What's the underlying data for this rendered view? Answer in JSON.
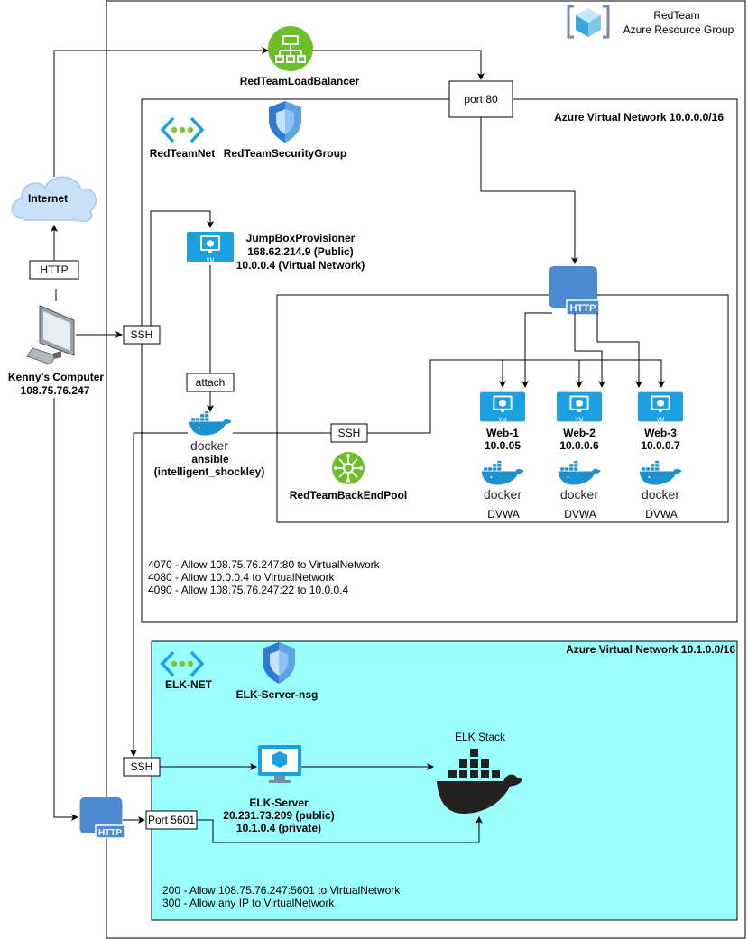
{
  "resource_group": {
    "line1": "RedTeam",
    "line2": "Azure Resource Group"
  },
  "load_balancer": {
    "label": "RedTeamLoadBalancer"
  },
  "port80": {
    "label": "port 80"
  },
  "vnet1": {
    "title": "Azure Virtual Network 10.0.0.0/16",
    "net_label": "RedTeamNet",
    "nsg_label": "RedTeamSecurityGroup",
    "rules": [
      "4070 - Allow 108.75.76.247:80 to VirtualNetwork",
      "4080 - Allow 10.0.0.4 to VirtualNetwork",
      "4090 - Allow 108.75.76.247:22 to 10.0.0.4"
    ]
  },
  "internet": {
    "label": "Internet"
  },
  "http_box": {
    "label": "HTTP"
  },
  "computer": {
    "name": "Kenny's Computer",
    "ip": "108.75.76.247"
  },
  "ssh_main": {
    "label": "SSH"
  },
  "jumpbox": {
    "name": "JumpBoxProvisioner",
    "public_ip": "168.62.214.9 (Public)",
    "private_ip": "10.0.0.4 (Virtual Network)",
    "vm_badge": "VM"
  },
  "attach": {
    "label": "attach"
  },
  "ansible": {
    "docker_word": "docker",
    "name": "ansible",
    "container": "(intelligent_shockley)"
  },
  "ssh_backend": {
    "label": "SSH"
  },
  "backend_pool": {
    "label": "RedTeamBackEndPool"
  },
  "lb_http_badge": "HTTP",
  "webs": [
    {
      "name": "Web-1",
      "ip": "10.0.05",
      "app": "DVWA",
      "vm_badge": "VM",
      "docker_word": "docker"
    },
    {
      "name": "Web-2",
      "ip": "10.0.0.6",
      "app": "DVWA",
      "vm_badge": "VM",
      "docker_word": "docker"
    },
    {
      "name": "Web-3",
      "ip": "10.0.0.7",
      "app": "DVWA",
      "vm_badge": "VM",
      "docker_word": "docker"
    }
  ],
  "vnet2": {
    "title": "Azure Virtual Network 10.1.0.0/16",
    "net_label": "ELK-NET",
    "nsg_label": "ELK-Server-nsg",
    "rules": [
      "200 - Allow 108.75.76.247:5601 to VirtualNetwork",
      "300 - Allow any IP to VirtualNetwork"
    ]
  },
  "ssh_elk": {
    "label": "SSH"
  },
  "elk_server": {
    "name": "ELK-Server",
    "public_ip": "20.231.73.209 (public)",
    "private_ip": "10.1.0.4 (private)"
  },
  "elk_stack": {
    "label": "ELK Stack"
  },
  "port5601": {
    "label": "Port 5601"
  },
  "elk_http_badge": "HTTP",
  "colors": {
    "azure_blue": "#1ba1e2",
    "cloud_blue": "#c8e0fa",
    "elk_vnet_fill": "#99ffff",
    "lb_green": "#6bbf2b",
    "docker_blue": "#1d91d0",
    "docker_dark": "#222222",
    "shield_blue": "#2f7bd1",
    "lb_tile_blue": "#4e8ad0"
  },
  "icons": [
    "azure-resource-group-icon",
    "load-balancer-icon",
    "virtual-network-icon",
    "shield-icon",
    "cloud-icon",
    "computer-icon",
    "vm-icon",
    "docker-icon",
    "backend-pool-icon",
    "http-load-balancer-icon"
  ]
}
